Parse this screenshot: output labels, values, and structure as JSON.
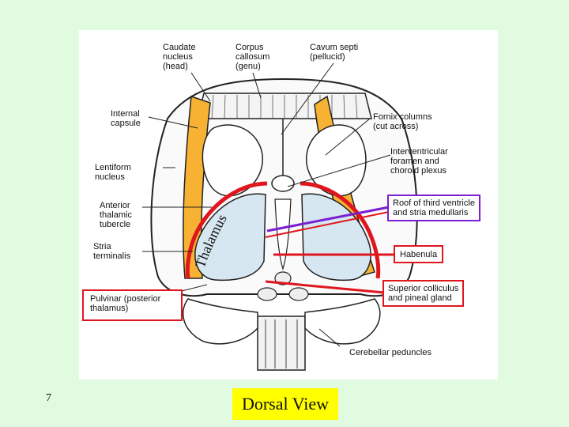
{
  "labels": {
    "caudate": "Caudate\nnucleus\n(head)",
    "corpus": "Corpus\ncallosum\n(genu)",
    "cavum": "Cavum septi\n(pellucid)",
    "internal_capsule": "Internal\ncapsule",
    "fornix": "Fornix columns\n(cut across)",
    "interventricular": "Interventricular\nforamen and\nchoroid plexus",
    "lentiform": "Lentiform\nnucleus",
    "anterior_tubercle": "Anterior\nthalamic\ntubercle",
    "stria_terminalis": "Stria\nterminalis",
    "roof": "Roof of third ventricle\nand stria medullaris",
    "habenula": "Habenula",
    "superior": "Superior colliculus\nand pineal gland",
    "pulvinar": "Pulvinar (posterior\nthalamus)",
    "cerebellar": "Cerebellar peduncles",
    "thalamus": "Thalamus"
  },
  "page_number": "7",
  "view_title": "Dorsal View",
  "colors": {
    "background": "#e0fbe0",
    "caudate_orange": "#f7b233",
    "thalamus_blue": "#d7e7f1",
    "highlight_red": "#e0161e",
    "highlight_purple": "#7a1fd1",
    "title_yellow": "#ffff00"
  }
}
